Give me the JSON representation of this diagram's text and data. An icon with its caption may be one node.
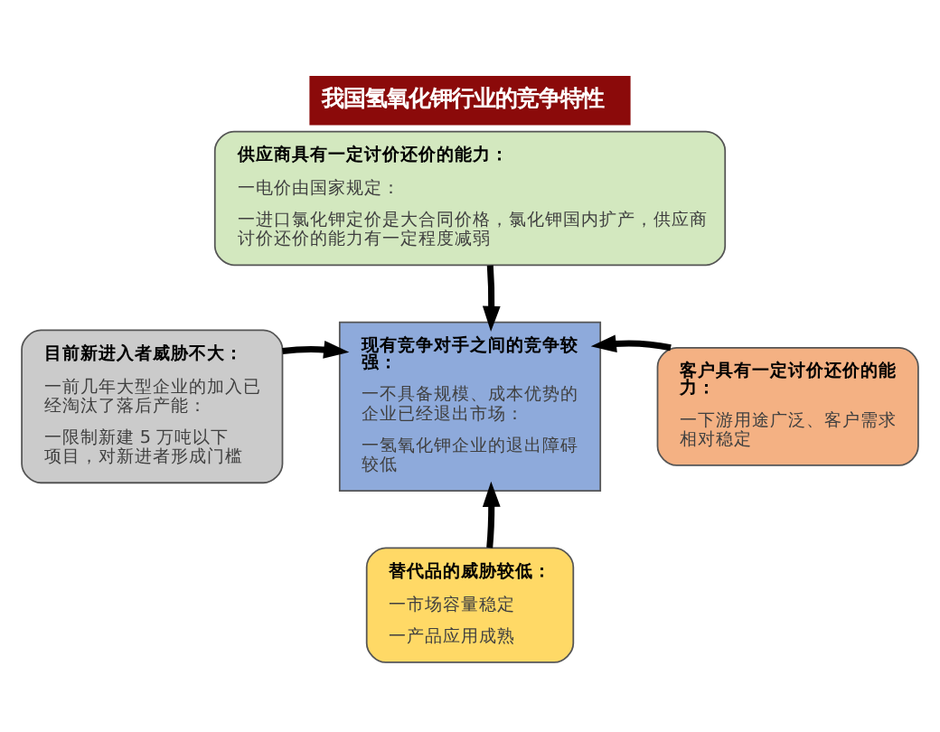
{
  "diagram": {
    "title": "我国氢氧化钾行业的竞争特性",
    "nodes": [
      {
        "text": [
          "供应商具有一定讨价还价的能力：",
          "一电价由国家规定：",
          "一进口氯化钾定价是大合同价格，氯化钾国内扩产，供应商讨价还价的能力有一定程度减弱"
        ]
      },
      {
        "text": [
          "目前新进入者威胁不大：",
          "一前几年大型企业的加入已经淘汰了落后产能：",
          "一限制新建 5 万吨以下项目，对新进者形成门槛"
        ]
      },
      {
        "text": [
          "现有竞争对手之间的竞争较强：",
          "一不具备规模、成本优势的企业已经退出市场：",
          "一氢氧化钾企业的退出障碍较低"
        ]
      },
      {
        "text": [
          "客户具有一定讨价还价的能力：",
          "一下游用途广泛、客户需求相对稳定"
        ]
      },
      {
        "text": [
          "替代品的威胁较低：",
          "一市场容量稳定",
          "一产品应用成熟"
        ]
      }
    ],
    "edges": [
      {
        "from": 0,
        "to": 2,
        "arrow": "to"
      },
      {
        "from": 1,
        "to": 2,
        "arrow": "to"
      },
      {
        "from": 3,
        "to": 2,
        "arrow": "to"
      },
      {
        "from": 4,
        "to": 2,
        "arrow": "to"
      }
    ]
  }
}
